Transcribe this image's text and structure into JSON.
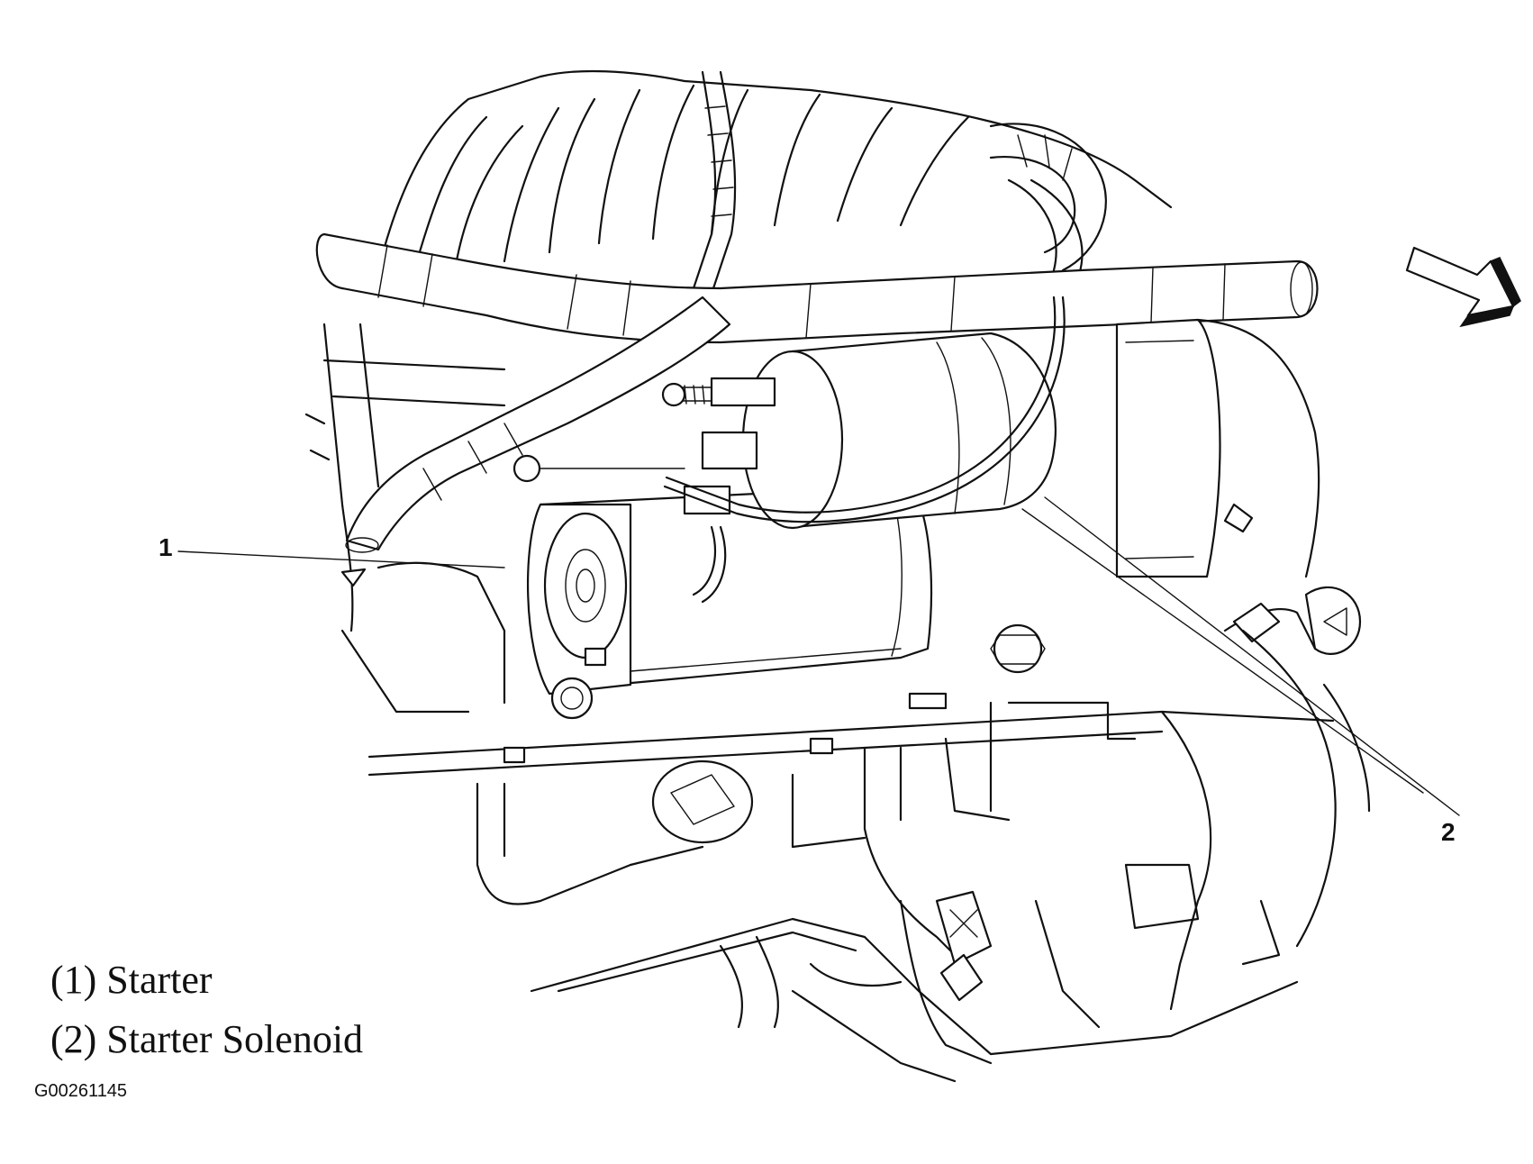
{
  "callouts": [
    {
      "number": "1"
    },
    {
      "number": "2"
    }
  ],
  "legend": [
    {
      "text": "(1) Starter"
    },
    {
      "text": "(2) Starter Solenoid"
    }
  ],
  "figure_id": "G00261145",
  "direction_arrow": {
    "icon": "direction-arrow-icon"
  },
  "line_color": "#111111",
  "background_color": "#ffffff"
}
